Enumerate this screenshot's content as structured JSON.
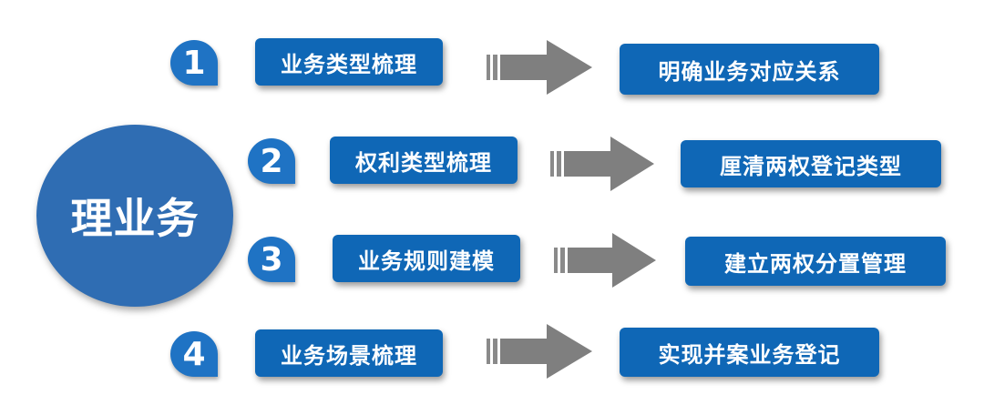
{
  "center": {
    "label": "理业务"
  },
  "colors": {
    "primary": "#0f67b6",
    "circle": "#2f6db3",
    "arrow": "#7f7f7f"
  },
  "rows": [
    {
      "number": "1",
      "source": "业务类型梳理",
      "target": "明确业务对应关系"
    },
    {
      "number": "2",
      "source": "权利类型梳理",
      "target": "厘清两权登记类型"
    },
    {
      "number": "3",
      "source": "业务规则建模",
      "target": "建立两权分置管理"
    },
    {
      "number": "4",
      "source": "业务场景梳理",
      "target": "实现并案业务登记"
    }
  ]
}
